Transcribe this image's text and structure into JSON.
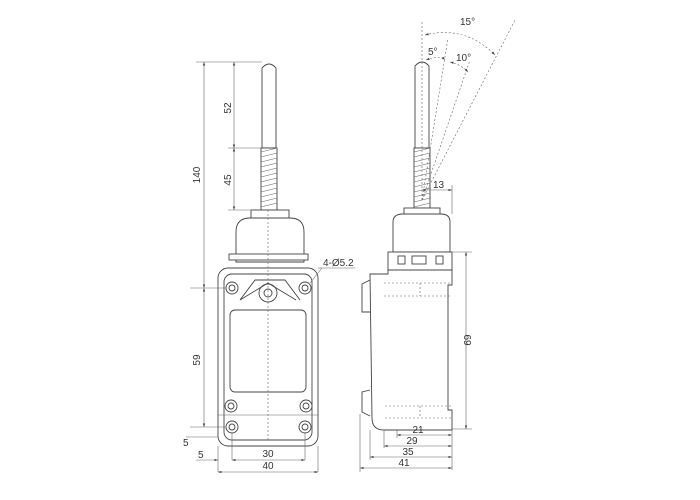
{
  "front_view": {
    "dims": {
      "overall_height": "140",
      "rod_upper": "52",
      "spring": "45",
      "mount_vertical": "59",
      "offset_vertical": "5",
      "offset_horizontal": "5",
      "mount_horizontal": "30",
      "width": "40",
      "holes": "4-Ø5.2"
    }
  },
  "side_view": {
    "dims": {
      "body_height": "69",
      "rod_offset": "13",
      "d21": "21",
      "d29": "29",
      "d35": "35",
      "depth": "41"
    },
    "angles": {
      "a15": "15°",
      "a5": "5°",
      "a10": "10°"
    }
  }
}
